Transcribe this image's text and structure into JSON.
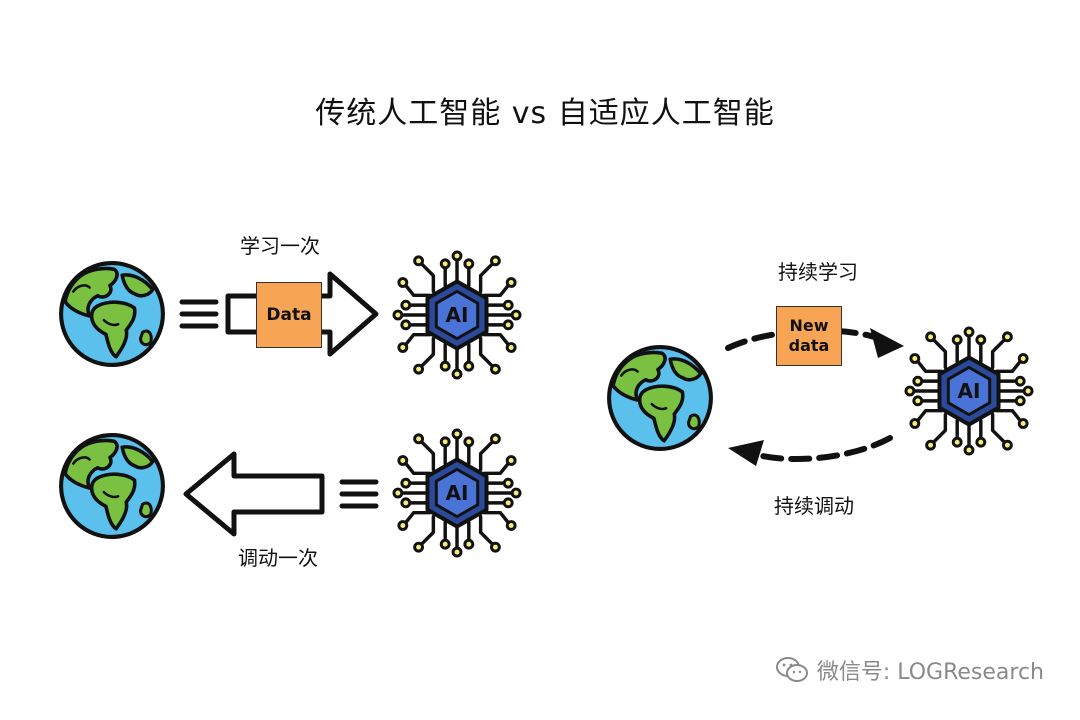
{
  "title": "传统人工智能 vs 自适应人工智能",
  "left": {
    "top_label": "学习一次",
    "bottom_label": "调动一次",
    "data_box": "Data",
    "ai_top": "AI",
    "ai_bottom": "AI"
  },
  "right": {
    "top_label": "持续学习",
    "bottom_label": "持续调动",
    "data_box_line1": "New",
    "data_box_line2": "data",
    "ai": "AI"
  },
  "watermark": {
    "icon": "wechat-icon",
    "text": "微信号: LOGResearch"
  },
  "colors": {
    "ocean": "#5bc0eb",
    "land": "#7ac142",
    "data_box": "#f7a555",
    "chip_outer": "#2b4a9c",
    "chip_inner": "#4a73d8",
    "pin": "#f5ef7a"
  }
}
